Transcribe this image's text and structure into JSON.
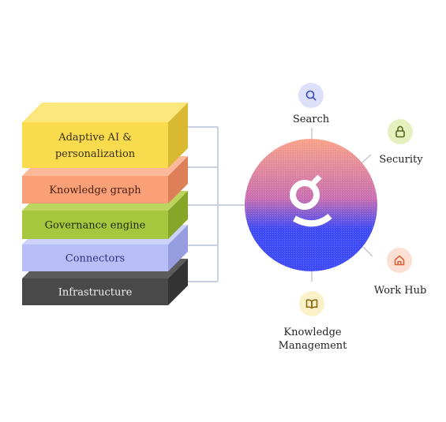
{
  "stack": {
    "layers": [
      {
        "label_lines": [
          "Adaptive AI &",
          "personalization"
        ],
        "colors": {
          "front": "#FADB4E",
          "top": "#FCE77E",
          "side": "#D9B932",
          "text": "#3a2f10"
        }
      },
      {
        "label_lines": [
          "Knowledge graph"
        ],
        "colors": {
          "front": "#F9A079",
          "top": "#FBB999",
          "side": "#DD8059",
          "text": "#4a1c0c"
        }
      },
      {
        "label_lines": [
          "Governance engine"
        ],
        "colors": {
          "front": "#A6C63D",
          "top": "#BCD55E",
          "side": "#86A62A",
          "text": "#1f2a08"
        }
      },
      {
        "label_lines": [
          "Connectors"
        ],
        "colors": {
          "front": "#B8BFF8",
          "top": "#CDD2FA",
          "side": "#979EE0",
          "text": "#2a2f7a"
        }
      },
      {
        "label_lines": [
          "Infrastructure"
        ],
        "colors": {
          "front": "#494949",
          "top": "#5C5C5C",
          "side": "#333333",
          "text": "#f2f2f2"
        }
      }
    ]
  },
  "hub": {
    "logo_icon": "glean-g-logo-icon",
    "gradient": {
      "top": "#F9A38A",
      "middle": "#C96FB0",
      "bottom": "#3F4BF5"
    },
    "connector_color": "#C9D0E4"
  },
  "nodes": [
    {
      "id": "search",
      "label_lines": [
        "Search"
      ],
      "icon": "search-icon",
      "colors": {
        "bg": "#DCE0FA",
        "fg": "#3B47B8"
      }
    },
    {
      "id": "security",
      "label_lines": [
        "Security"
      ],
      "icon": "lock-icon",
      "colors": {
        "bg": "#E6F0BE",
        "fg": "#55661C"
      }
    },
    {
      "id": "work-hub",
      "label_lines": [
        "Work Hub"
      ],
      "icon": "home-icon",
      "colors": {
        "bg": "#FCE0D3",
        "fg": "#D9643A"
      }
    },
    {
      "id": "knowledge-management",
      "label_lines": [
        "Knowledge",
        "Management"
      ],
      "icon": "book-icon",
      "colors": {
        "bg": "#FBF1C8",
        "fg": "#8A6A12"
      }
    }
  ]
}
